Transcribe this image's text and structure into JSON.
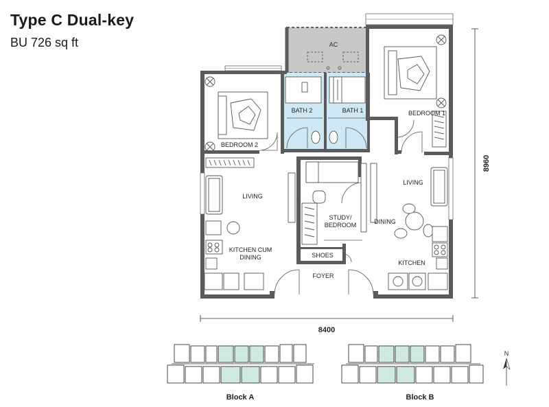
{
  "header": {
    "title": "Type C Dual-key",
    "subtitle": "BU 726 sq ft"
  },
  "rooms": {
    "ac": "AC",
    "bath2": "BATH 2",
    "bath1": "BATH 1",
    "bedroom2": "BEDROOM 2",
    "bedroom1": "BEDROOM 1",
    "living_left": "LIVING",
    "living_right": "LIVING",
    "kitchen_dining_line1": "KITCHEN CUM",
    "kitchen_dining_line2": "DINING",
    "study_line1": "STUDY/",
    "study_line2": "BEDROOM",
    "dining": "DINING",
    "shoes": "SHOES",
    "kitchen": "KITCHEN",
    "foyer": "FOYER"
  },
  "dimensions": {
    "width": "8400",
    "depth": "8960"
  },
  "key_plan": {
    "block_a": "Block A",
    "block_b": "Block B",
    "north": "N"
  },
  "colors": {
    "wall": "#5b5b5b",
    "bath": "#cfe8f4",
    "ac_ledge": "#c8c8c8",
    "highlight_unit": "#cfe8e2"
  }
}
